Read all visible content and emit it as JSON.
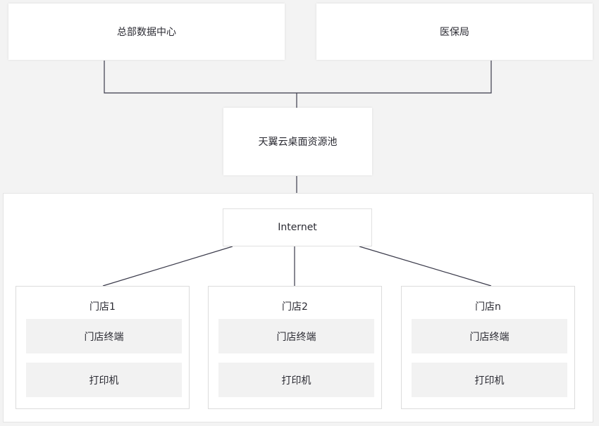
{
  "top_nodes": {
    "hq": "总部数据中心",
    "insurance": "医保局"
  },
  "pool": "天翼云桌面资源池",
  "internet": "Internet",
  "stores": [
    {
      "title": "门店1",
      "terminal": "门店终端",
      "printer": "打印机"
    },
    {
      "title": "门店2",
      "terminal": "门店终端",
      "printer": "打印机"
    },
    {
      "title": "门店n",
      "terminal": "门店终端",
      "printer": "打印机"
    }
  ],
  "colors": {
    "background": "#f3f3f3",
    "node": "#ffffff",
    "slot": "#f2f2f2",
    "line": "#3a3a4a"
  }
}
